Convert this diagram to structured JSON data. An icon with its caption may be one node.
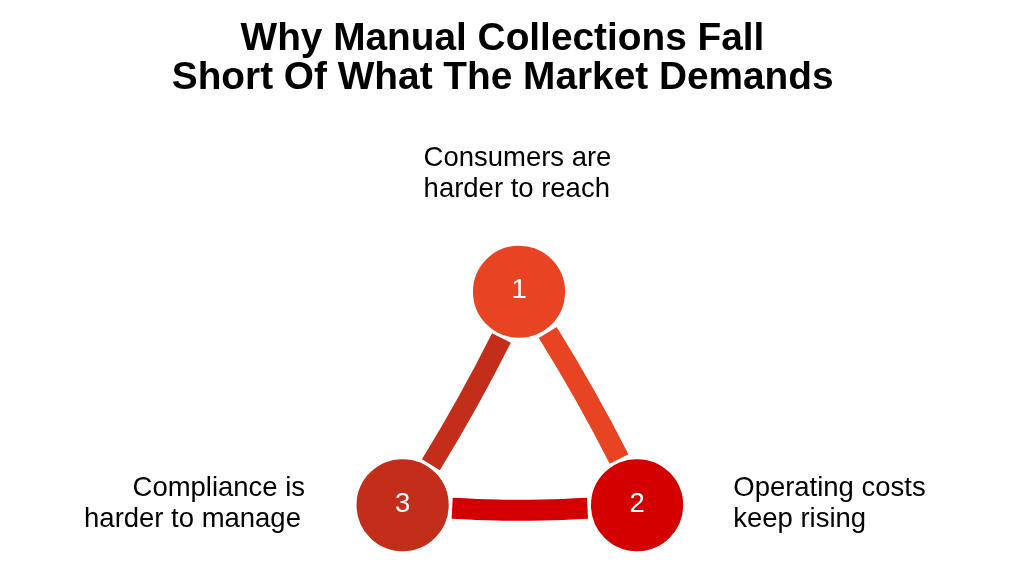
{
  "diagram": {
    "title": "Why Manual Collections Fall Short Of What The Market Demands",
    "nodes": [
      {
        "text": [
          "1"
        ],
        "beside": [
          "Consumers are harder to reach"
        ]
      },
      {
        "text": [
          "2"
        ],
        "beside": [
          "Operating costs keep rising"
        ]
      },
      {
        "text": [
          "3"
        ],
        "beside": [
          "Compliance is harder to manage"
        ]
      }
    ],
    "edges": [
      {
        "from": 0,
        "to": 1,
        "arrow": "none",
        "color": "#e84424"
      },
      {
        "from": 1,
        "to": 2,
        "arrow": "none",
        "color": "#d40000"
      },
      {
        "from": 2,
        "to": 0,
        "arrow": "none",
        "color": "#c32e1a"
      }
    ]
  }
}
